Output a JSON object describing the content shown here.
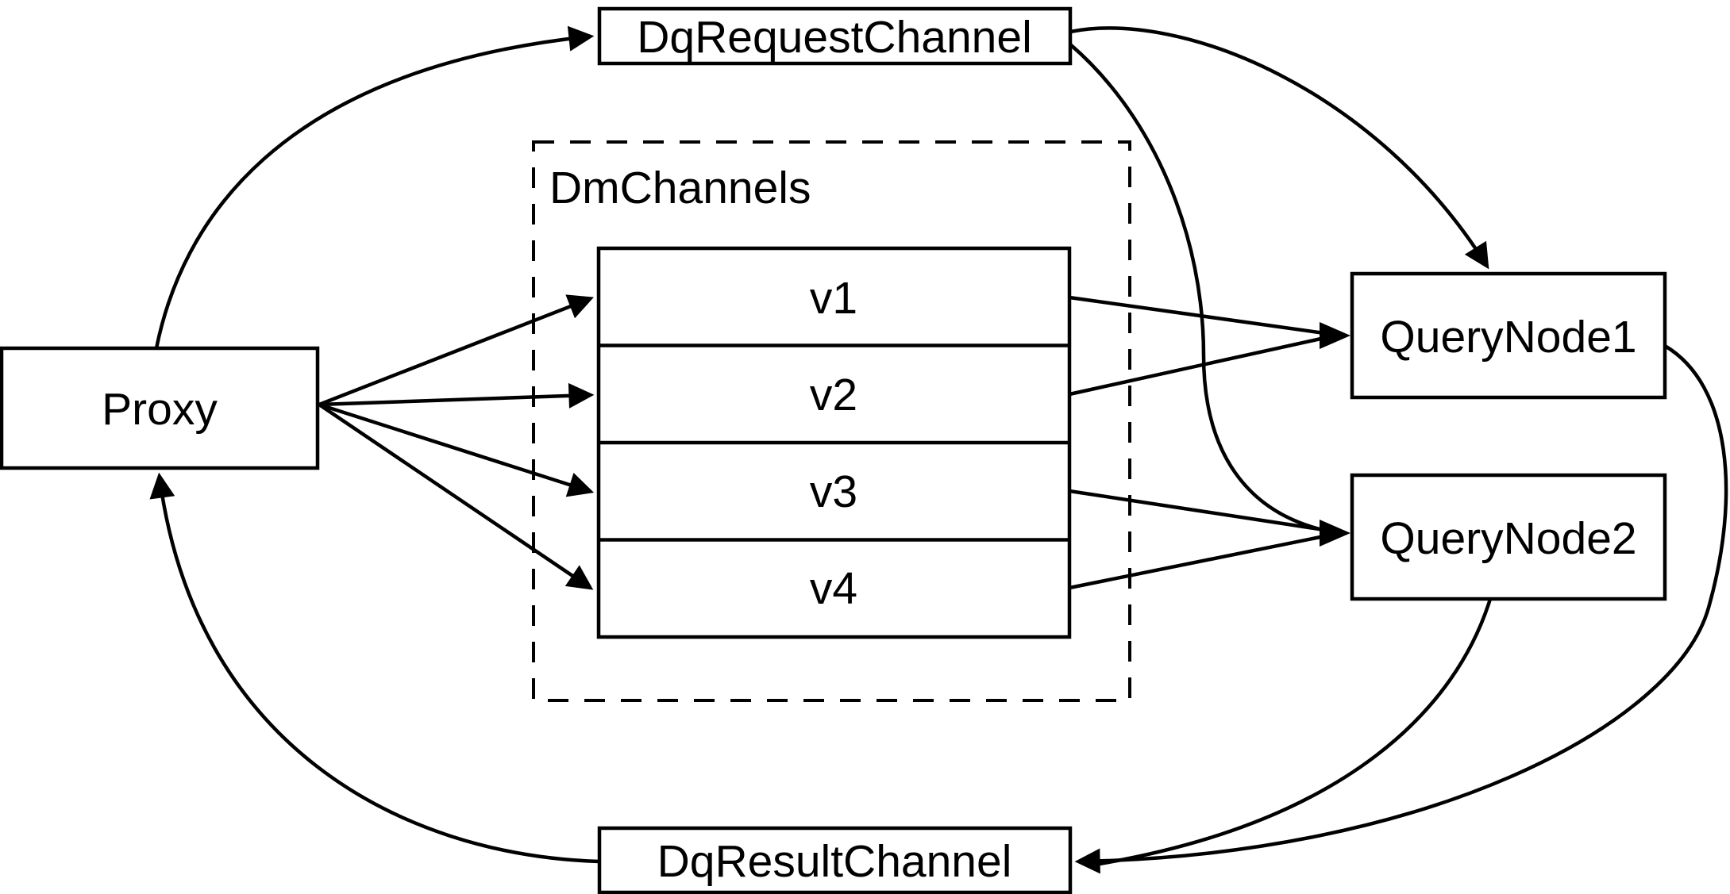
{
  "diagram": {
    "background_color": "#ffffff",
    "line_color": "#000000",
    "nodes": {
      "proxy": {
        "label": "Proxy"
      },
      "dq_request_channel": {
        "label": "DqRequestChannel"
      },
      "dm_channels_group": {
        "label": "DmChannels"
      },
      "dm_channels": [
        {
          "label": "v1"
        },
        {
          "label": "v2"
        },
        {
          "label": "v3"
        },
        {
          "label": "v4"
        }
      ],
      "query_node_1": {
        "label": "QueryNode1"
      },
      "query_node_2": {
        "label": "QueryNode2"
      },
      "dq_result_channel": {
        "label": "DqResultChannel"
      }
    },
    "edges": [
      {
        "from": "Proxy",
        "to": "DqRequestChannel"
      },
      {
        "from": "DqRequestChannel",
        "to": "QueryNode1"
      },
      {
        "from": "DqRequestChannel",
        "to": "QueryNode2"
      },
      {
        "from": "Proxy",
        "to": "v1"
      },
      {
        "from": "Proxy",
        "to": "v2"
      },
      {
        "from": "Proxy",
        "to": "v3"
      },
      {
        "from": "Proxy",
        "to": "v4"
      },
      {
        "from": "v1",
        "to": "QueryNode1"
      },
      {
        "from": "v2",
        "to": "QueryNode1"
      },
      {
        "from": "v3",
        "to": "QueryNode2"
      },
      {
        "from": "v4",
        "to": "QueryNode2"
      },
      {
        "from": "QueryNode1",
        "to": "DqResultChannel"
      },
      {
        "from": "QueryNode2",
        "to": "DqResultChannel"
      },
      {
        "from": "DqResultChannel",
        "to": "Proxy"
      }
    ]
  }
}
